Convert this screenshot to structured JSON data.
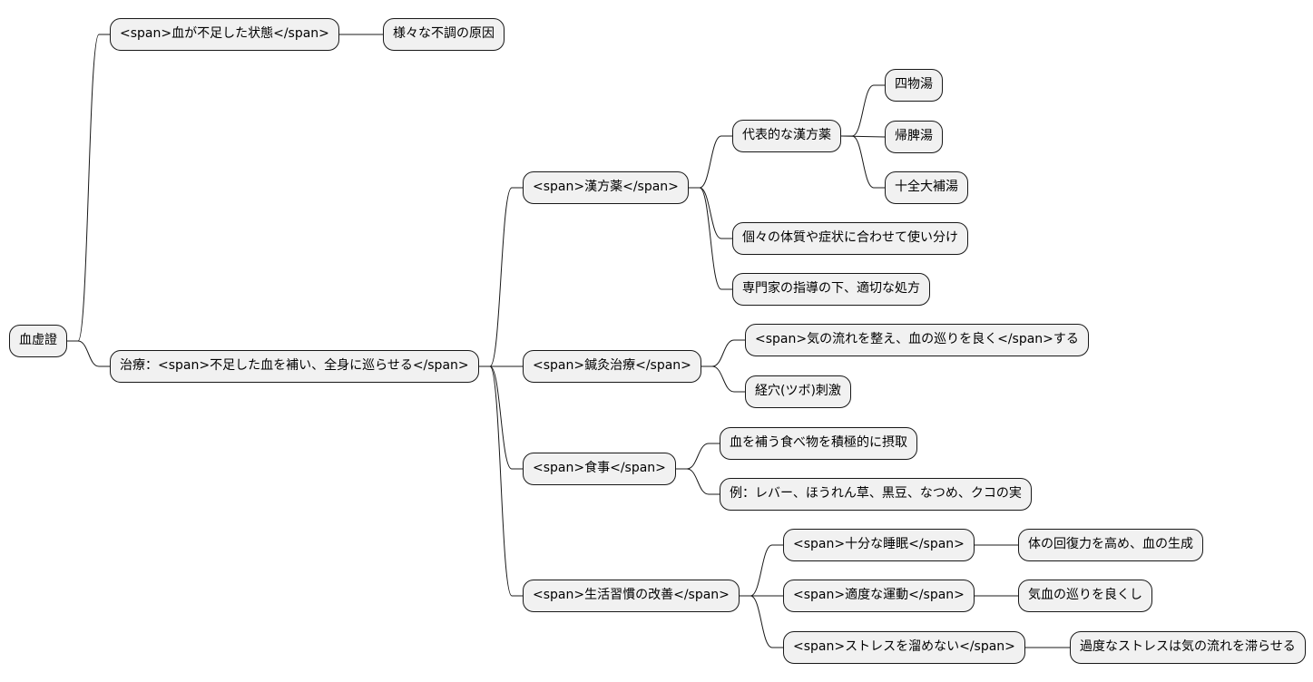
{
  "nodes": [
    {
      "id": "root",
      "text": "血虚證"
    },
    {
      "id": "n1",
      "text": "<span>血が不足した状態</span>"
    },
    {
      "id": "n1a",
      "text": "様々な不調の原因"
    },
    {
      "id": "n2",
      "text": "治療：<span>不足した血を補い、全身に巡らせる</span>"
    },
    {
      "id": "k",
      "text": "<span>漢方薬</span>"
    },
    {
      "id": "k1",
      "text": "代表的な漢方薬"
    },
    {
      "id": "k1a",
      "text": "四物湯"
    },
    {
      "id": "k1b",
      "text": "帰脾湯"
    },
    {
      "id": "k1c",
      "text": "十全大補湯"
    },
    {
      "id": "k2",
      "text": "個々の体質や症状に合わせて使い分け"
    },
    {
      "id": "k3",
      "text": "専門家の指導の下、適切な処方"
    },
    {
      "id": "s",
      "text": "<span>鍼灸治療</span>"
    },
    {
      "id": "s1",
      "text": "<span>気の流れを整え、血の巡りを良く</span>する"
    },
    {
      "id": "s2",
      "text": "経穴(ツボ)刺激"
    },
    {
      "id": "f",
      "text": "<span>食事</span>"
    },
    {
      "id": "f1",
      "text": "血を補う食べ物を積極的に摂取"
    },
    {
      "id": "f2",
      "text": "例：レバー、ほうれん草、黒豆、なつめ、クコの実"
    },
    {
      "id": "l",
      "text": "<span>生活習慣の改善</span>"
    },
    {
      "id": "l1",
      "text": "<span>十分な睡眠</span>"
    },
    {
      "id": "l1a",
      "text": "体の回復力を高め、血の生成"
    },
    {
      "id": "l2",
      "text": "<span>適度な運動</span>"
    },
    {
      "id": "l2a",
      "text": "気血の巡りを良くし"
    },
    {
      "id": "l3",
      "text": "<span>ストレスを溜めない</span>"
    },
    {
      "id": "l3a",
      "text": "過度なストレスは気の流れを滞らせる"
    }
  ]
}
